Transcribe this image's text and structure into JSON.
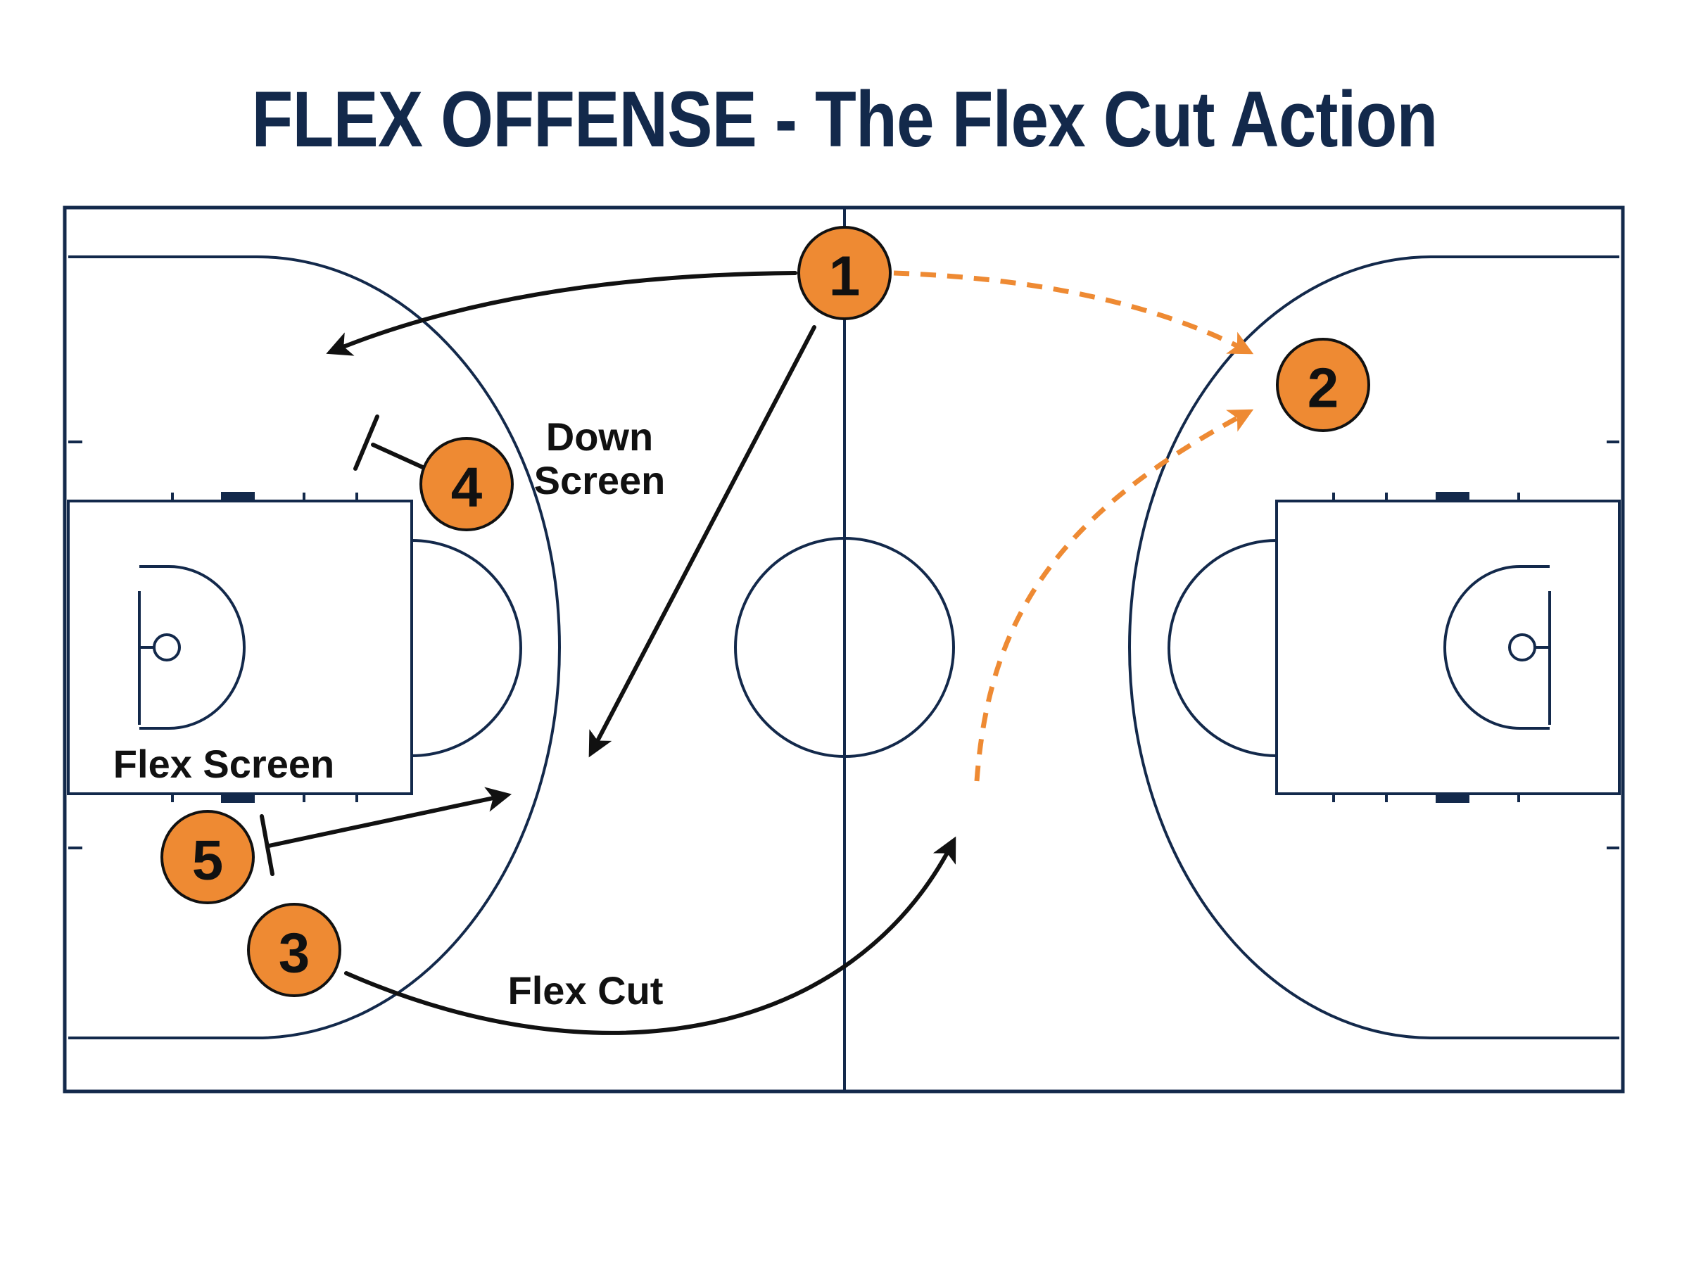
{
  "title": "FLEX OFFENSE - The Flex Cut Action",
  "labels": {
    "down_screen_line1": "Down",
    "down_screen_line2": "Screen",
    "flex_screen": "Flex Screen",
    "flex_cut": "Flex Cut"
  },
  "players": [
    {
      "id": "1",
      "label": "1"
    },
    {
      "id": "2",
      "label": "2"
    },
    {
      "id": "3",
      "label": "3"
    },
    {
      "id": "4",
      "label": "4"
    },
    {
      "id": "5",
      "label": "5"
    }
  ],
  "colors": {
    "court_lines": "#13294b",
    "title": "#13294b",
    "player_fill": "#ee8a33",
    "pass_line": "#ee8a33",
    "movement_line": "#111111"
  }
}
